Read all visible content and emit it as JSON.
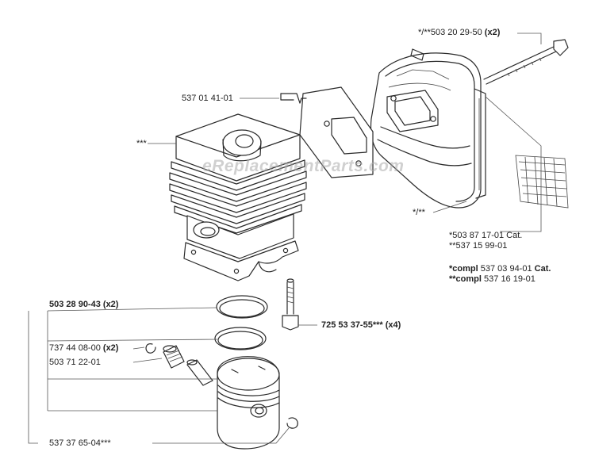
{
  "watermark": "eReplacementParts.com",
  "labels": {
    "bolt_top": "*/**503 20 29-50",
    "bolt_top_qty": "(x2)",
    "bracket": "537 01 41-01",
    "cylinder": "***",
    "muffler_mark": "*/**",
    "muffler_1": "*503 87 17-01 Cat.",
    "muffler_2": "**537 15 99-01",
    "compl_1_prefix": "*compl",
    "compl_1_num": "537 03 94-01",
    "compl_1_suffix": "Cat.",
    "compl_2_prefix": "**compl",
    "compl_2_num": "537 16 19-01",
    "ring": "503 28 90-43",
    "ring_qty": "(x2)",
    "bolt_bottom": "725 53 37-55***",
    "bolt_bottom_qty": "(x4)",
    "circlip": "737 44 08-00",
    "circlip_qty": "(x2)",
    "bearing": "503 71 22-01",
    "piston": "537 37 65-04***"
  }
}
